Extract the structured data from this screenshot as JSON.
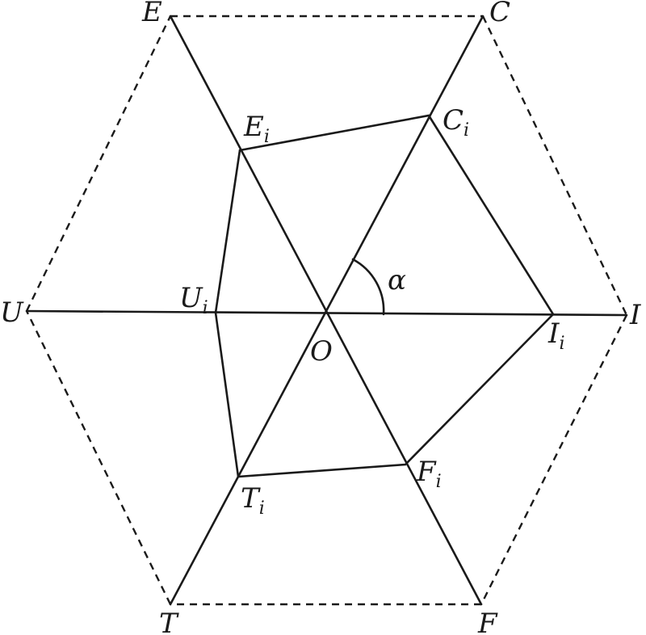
{
  "diagram": {
    "outer_vertices": {
      "E": {
        "letter": "E",
        "sub": ""
      },
      "C": {
        "letter": "C",
        "sub": ""
      },
      "I": {
        "letter": "I",
        "sub": ""
      },
      "F": {
        "letter": "F",
        "sub": ""
      },
      "T": {
        "letter": "T",
        "sub": ""
      },
      "U": {
        "letter": "U",
        "sub": ""
      }
    },
    "inner_vertices": {
      "Ei": {
        "letter": "E",
        "sub": "i"
      },
      "Ci": {
        "letter": "C",
        "sub": "i"
      },
      "Ii": {
        "letter": "I",
        "sub": "i"
      },
      "Fi": {
        "letter": "F",
        "sub": "i"
      },
      "Ti": {
        "letter": "T",
        "sub": "i"
      },
      "Ui": {
        "letter": "U",
        "sub": "i"
      }
    },
    "center": {
      "letter": "O"
    },
    "angle": {
      "symbol": "α"
    }
  }
}
